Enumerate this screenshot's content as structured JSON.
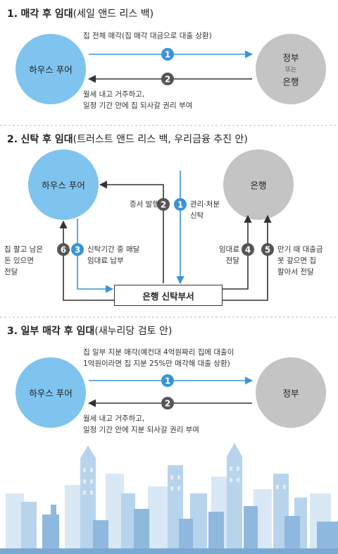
{
  "colors": {
    "house_circle": "#7fc4ef",
    "bank_circle": "#c4c4c4",
    "blue_badge": "#3a93d6",
    "dark_badge": "#555555",
    "arrow_blue": "#3a93d6",
    "arrow_dark": "#333333"
  },
  "section1": {
    "number": "1.",
    "title_bold": "매각 후 임대",
    "title_paren": "(세일 앤드 리스 백)",
    "left_node": "하우스 푸어",
    "right_node_top": "정부",
    "right_node_mid": "또는",
    "right_node_bottom": "은행",
    "step1_badge": "1",
    "step1_text": "집 전체 매각(집 매각 대금으로 대출 상환)",
    "step2_badge": "2",
    "step2_text_line1": "월세 내고 거주하고,",
    "step2_text_line2": "일정 기간 안에 집 되사갈 권리 부여"
  },
  "section2": {
    "number": "2.",
    "title_bold": "신탁 후 임대",
    "title_paren": "(트러스트 앤드 리스 백, 우리금융 추진 안)",
    "left_node": "하우스 푸어",
    "right_node": "은행",
    "box_label": "은행 신탁부서",
    "step1_badge": "1",
    "step1_text_line1": "관리·처분",
    "step1_text_line2": "신탁",
    "step2_badge": "2",
    "step2_text": "증서 발행",
    "step3_badge": "3",
    "step3_text_line1": "신탁기간 중 매달",
    "step3_text_line2": "임대료 납부",
    "step4_badge": "4",
    "step4_text_line1": "임대료",
    "step4_text_line2": "전달",
    "step5_badge": "5",
    "step5_text_line1": "만기 때 대출금",
    "step5_text_line2": "못 갚으면 집",
    "step5_text_line3": "팔아서 전달",
    "step6_badge": "6",
    "step6_text_line1": "집 팔고 남은",
    "step6_text_line2": "돈 있으면",
    "step6_text_line3": "전달"
  },
  "section3": {
    "number": "3.",
    "title_bold": "일부 매각 후 임대",
    "title_paren": "(새누리당 검토 안)",
    "left_node": "하우스 푸어",
    "right_node": "정부",
    "step1_badge": "1",
    "step1_text_line1": "집 일부 지분 매각(예컨대 4억원짜리 집에 대출이",
    "step1_text_line2": "1억원이라면 집 지분 25%만 매각해 대출 상환)",
    "step2_badge": "2",
    "step2_text_line1": "월세 내고 거주하고,",
    "step2_text_line2": "일정 기간 안에 지분 되사갈 권리 부여"
  }
}
